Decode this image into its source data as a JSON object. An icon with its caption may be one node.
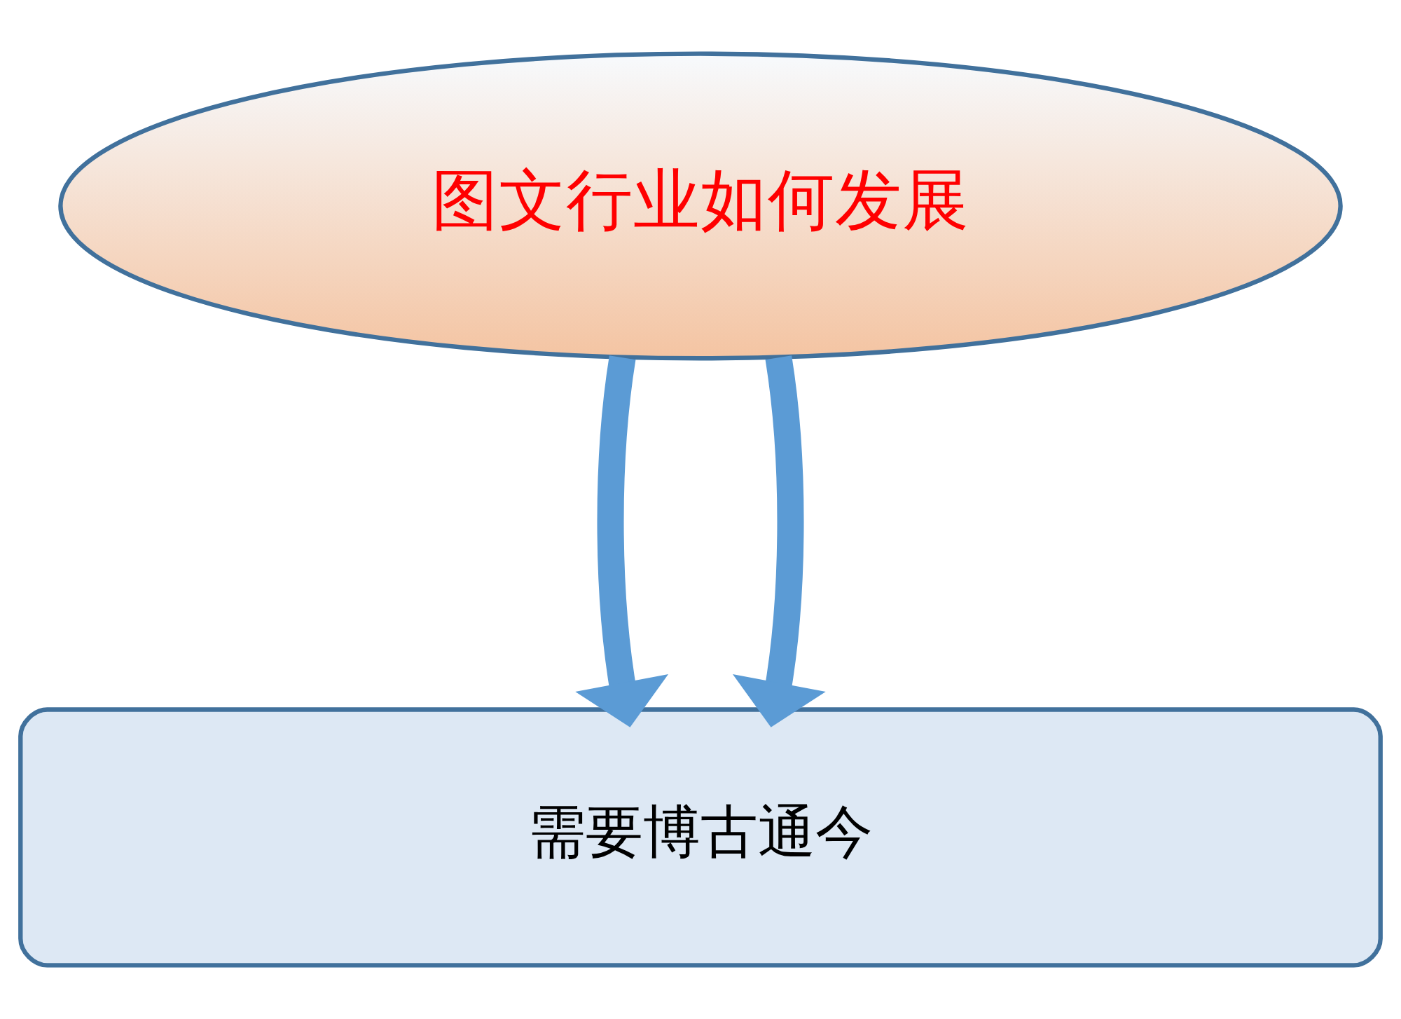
{
  "diagram": {
    "nodes": [
      {
        "text": [
          "图文行业如何发展"
        ]
      },
      {
        "text": [
          "需要博古通今"
        ]
      }
    ],
    "edges": [
      {
        "from": 0,
        "to": 1,
        "arrow": "to"
      },
      {
        "from": 0,
        "to": 1,
        "arrow": "to"
      }
    ]
  }
}
